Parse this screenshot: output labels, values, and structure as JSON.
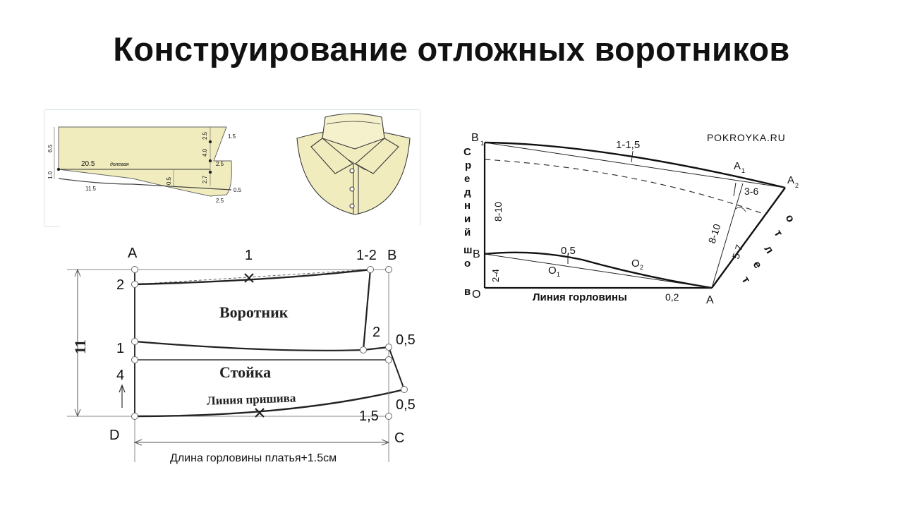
{
  "title": "Конструирование отложных воротников",
  "top_diagram": {
    "labels": {
      "m6_5": "6.5",
      "m1_0": "1.0",
      "m20_5": "20.5",
      "dolevaya": "долевая",
      "m11_5": "11.5",
      "m0_5v": "0.5",
      "m2_5v": "2.5",
      "m4_0v": "4.0",
      "m2_7v": "2.7",
      "m1_5": "1.5",
      "m2_5a": "2.5",
      "m0_5b": "0.5",
      "m2_5b": "2.5"
    },
    "colors": {
      "fill": "#f0ecbe",
      "stroke": "#555555"
    }
  },
  "bottom_diagram": {
    "labels": {
      "A": "A",
      "one_top": "1",
      "one_two": "1-2",
      "B": "B",
      "two_left": "2",
      "vorotnik": "Воротник",
      "two_right": "2",
      "one_left": "1",
      "zero_five_a": "0,5",
      "four": "4",
      "stoika": "Стойка",
      "line_prishiva": "Линия пришива",
      "zero_five_b": "0,5",
      "one_five": "1,5",
      "D": "D",
      "C": "C",
      "eleven": "11",
      "dlina": "Длина горловины платья+1.5см"
    }
  },
  "right_diagram": {
    "labels": {
      "watermark": "POKROYKA.RU",
      "B1": "B",
      "B1_sub": "1",
      "one_one_five": "1-1,5",
      "A1": "A",
      "A1_sub": "1",
      "A2": "A",
      "A2_sub": "2",
      "three_six": "3-6",
      "eight_ten_left": "8-10",
      "eight_ten_right": "8-10",
      "five_seven": "5-7",
      "B": "B",
      "zero_five": "0,5",
      "two_four": "2-4",
      "O1": "O",
      "O1_sub": "1",
      "O2": "O",
      "O2_sub": "2",
      "O": "O",
      "liniya_gorloviny": "Линия горловины",
      "zero_two": "0,2",
      "A": "A",
      "sredniy_shov_letters": [
        "С",
        "р",
        "е",
        "д",
        "н",
        "и",
        "й",
        "ш",
        "о",
        "в"
      ],
      "otlet_letters": [
        "о",
        "т",
        "л",
        "е",
        "т"
      ]
    }
  }
}
